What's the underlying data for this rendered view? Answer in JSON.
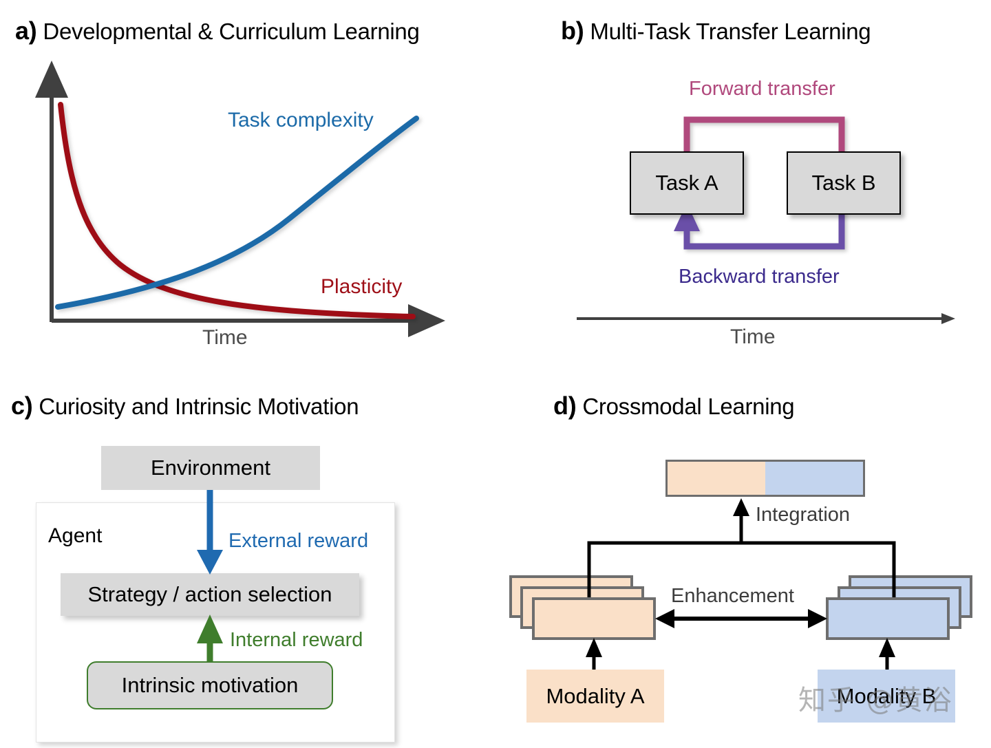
{
  "colors": {
    "plasticity_red": "#9e0f17",
    "task_complexity_blue": "#1b6aa8",
    "axis_gray": "#404040",
    "forward_transfer_magenta": "#b04a7d",
    "forward_transfer_text": "#b0487c",
    "backward_transfer_purple": "#6a4fa8",
    "backward_transfer_text": "#3b2a8c",
    "external_reward_blue": "#1f6ab0",
    "internal_reward_green": "#3f7d2c",
    "box_gray_fill": "#d9d9d9",
    "modality_a_peach": "#fae0c8",
    "modality_b_blue": "#c3d4ee",
    "card_border_gray": "#6e6e6e",
    "arrow_black": "#000000"
  },
  "panels": {
    "a": {
      "tag": "a)",
      "title": "Developmental & Curriculum Learning"
    },
    "b": {
      "tag": "b)",
      "title": "Multi-Task Transfer Learning",
      "task_a": "Task A",
      "task_b": "Task B",
      "forward_transfer": "Forward transfer",
      "backward_transfer": "Backward transfer",
      "time_axis": "Time"
    },
    "c": {
      "tag": "c)",
      "title": "Curiosity and Intrinsic Motivation",
      "environment": "Environment",
      "agent": "Agent",
      "strategy": "Strategy / action selection",
      "intrinsic_motivation": "Intrinsic motivation",
      "external_reward": "External reward",
      "internal_reward": "Internal reward"
    },
    "d": {
      "tag": "d)",
      "title": "Crossmodal Learning",
      "integration": "Integration",
      "enhancement": "Enhancement",
      "modality_a": "Modality A",
      "modality_b": "Modality B"
    }
  },
  "watermark": {
    "text": "知乎 @黄浴"
  },
  "chart_data": {
    "type": "line",
    "title": "Developmental & Curriculum Learning",
    "xlabel": "Time",
    "ylabel": "",
    "xlim": [
      0,
      1
    ],
    "ylim": [
      0,
      1
    ],
    "grid": false,
    "legend": "inline-annotations",
    "series": [
      {
        "name": "Task complexity",
        "color": "#1b6aa8",
        "shape": "monotonic increasing, convex (exponential-like)",
        "x": [
          0.0,
          0.12,
          0.25,
          0.38,
          0.5,
          0.62,
          0.75,
          0.88,
          1.0
        ],
        "y": [
          0.04,
          0.11,
          0.19,
          0.28,
          0.38,
          0.5,
          0.64,
          0.81,
          0.99
        ]
      },
      {
        "name": "Plasticity",
        "color": "#9e0f17",
        "shape": "monotonic decreasing, convex (exponential decay)",
        "x": [
          0.0,
          0.05,
          0.12,
          0.25,
          0.38,
          0.5,
          0.62,
          0.75,
          0.88,
          1.0
        ],
        "y": [
          0.98,
          0.78,
          0.6,
          0.41,
          0.3,
          0.22,
          0.15,
          0.1,
          0.06,
          0.04
        ]
      }
    ],
    "annotations": [
      {
        "text": "Task complexity",
        "color": "#1b6aa8"
      },
      {
        "text": "Plasticity",
        "color": "#9e0f17"
      }
    ]
  }
}
